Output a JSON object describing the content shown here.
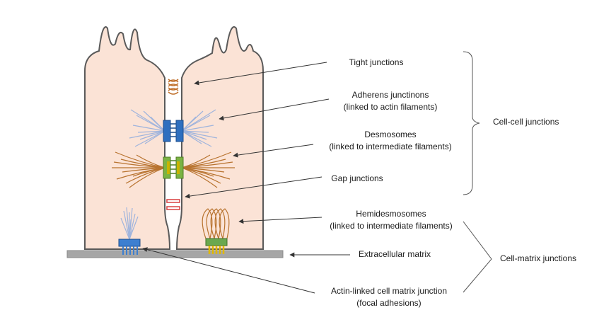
{
  "labels": {
    "tight": "Tight junctions",
    "adherens_1": "Adherens junctinons",
    "adherens_2": "(linked to actin filaments)",
    "desmosomes_1": "Desmosomes",
    "desmosomes_2": "(linked to intermediate filaments)",
    "gap": "Gap junctions",
    "hemidesmosomes_1": "Hemidesmosomes",
    "hemidesmosomes_2": "(linked to intermediate filaments)",
    "ecm": "Extracellular matrix",
    "focal_1": "Actin-linked cell matrix junction",
    "focal_2": "(focal adhesions)"
  },
  "groups": {
    "cell_cell": "Cell-cell junctions",
    "cell_matrix": "Cell-matrix junctions"
  },
  "colors": {
    "cytoplasm": "#fbe3d6",
    "outline": "#5a5a5a",
    "adherens": "#2e6fbf",
    "desmosome": "#7bb343",
    "desmosome_plaque": "#c9b400",
    "hemidesmosome": "#6aa84f",
    "hemidesmosome_base": "#e0b800",
    "focal": "#3d7fd0",
    "actin": "#9fb4dd",
    "intermediate": "#b8732f",
    "gap": "#d94040",
    "tight": "#c0702b",
    "matrix": "#a6a6a6"
  }
}
